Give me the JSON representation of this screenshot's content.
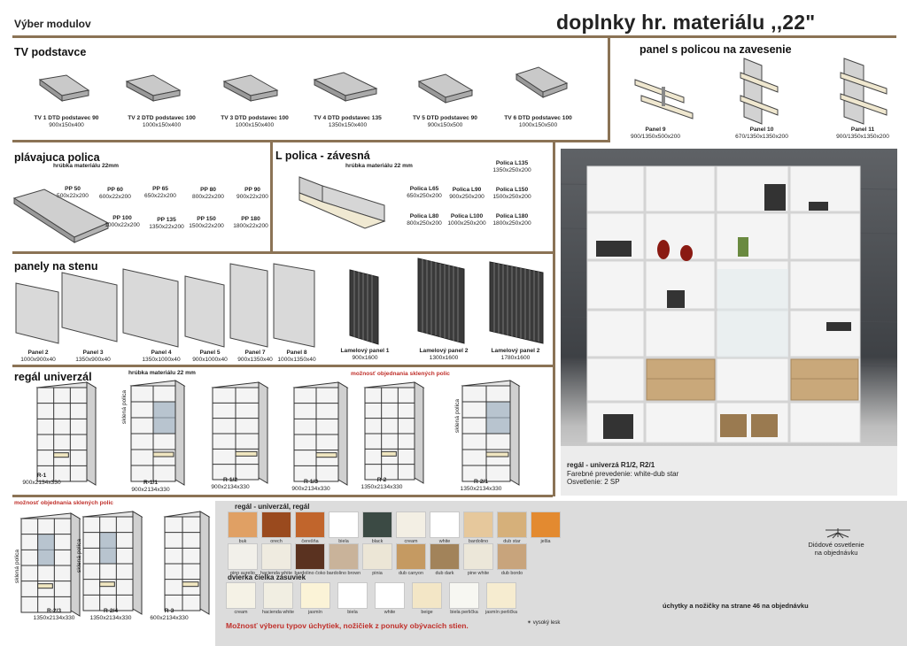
{
  "header": {
    "left": "Výber modulov",
    "title": "doplnky hr. materiálu ,,22\""
  },
  "tv": {
    "title": "TV podstavce",
    "items": [
      {
        "name": "TV 1 DTD podstavec 90",
        "dim": "900x150x400"
      },
      {
        "name": "TV 2 DTD podstavec 100",
        "dim": "1000x150x400"
      },
      {
        "name": "TV 3 DTD podstavec 100",
        "dim": "1000x150x400"
      },
      {
        "name": "TV 4 DTD podstavec 135",
        "dim": "1350x150x400"
      },
      {
        "name": "TV 5 DTD podstavec 90",
        "dim": "900x150x500"
      },
      {
        "name": "TV 6 DTD podstavec 100",
        "dim": "1000x150x500"
      }
    ]
  },
  "panel_police": {
    "title": "panel s policou na zavesenie",
    "items": [
      {
        "name": "Panel 9",
        "dim": "900/1350x500x200"
      },
      {
        "name": "Panel  10",
        "dim": "670/1350x1350x200"
      },
      {
        "name": "Panel  11",
        "dim": "900/1350x1350x200"
      }
    ]
  },
  "plavajuca": {
    "title": "plávajuca polica",
    "note": "hrúbka materiálu 22mm",
    "items": [
      {
        "name": "PP 50",
        "dim": "500x22x200"
      },
      {
        "name": "PP 60",
        "dim": "600x22x200"
      },
      {
        "name": "PP 65",
        "dim": "650x22x200"
      },
      {
        "name": "PP 80",
        "dim": "800x22x200"
      },
      {
        "name": "PP 90",
        "dim": "900x22x200"
      },
      {
        "name": "PP 100",
        "dim": "1000x22x200"
      },
      {
        "name": "PP 135",
        "dim": "1350x22x200"
      },
      {
        "name": "PP 150",
        "dim": "1500x22x200"
      },
      {
        "name": "PP 180",
        "dim": "1800x22x200"
      }
    ]
  },
  "lpolica": {
    "title": "L polica - závesná",
    "note": "hrúbka materiálu 22 mm",
    "items": [
      {
        "name": "Polica L135",
        "dim": "1350x250x200"
      },
      {
        "name": "Polica L65",
        "dim": "650x250x200"
      },
      {
        "name": "Polica L90",
        "dim": "900x250x200"
      },
      {
        "name": "Polica L150",
        "dim": "1500x250x200"
      },
      {
        "name": "Polica L80",
        "dim": "800x250x200"
      },
      {
        "name": "Polica L100",
        "dim": "1000x250x200"
      },
      {
        "name": "Polica L180",
        "dim": "1800x250x200"
      }
    ]
  },
  "panely": {
    "title": "panely na stenu",
    "items": [
      {
        "name": "Panel 2",
        "dim": "1000x900x40"
      },
      {
        "name": "Panel 3",
        "dim": "1350x900x40"
      },
      {
        "name": "Panel 4",
        "dim": "1350x1000x40"
      },
      {
        "name": "Panel 5",
        "dim": "900x1000x40"
      },
      {
        "name": "Panel 7",
        "dim": "900x1350x40"
      },
      {
        "name": "Panel 8",
        "dim": "1000x1350x40"
      },
      {
        "name": "Lamelový panel 1",
        "dim": "900x1600"
      },
      {
        "name": "Lamelový panel 2",
        "dim": "1300x1600"
      },
      {
        "name": "Lamelový panel 2",
        "dim": "1780x1600"
      }
    ]
  },
  "regal": {
    "title": "regál univerzál",
    "note": "hrúbka materiálu 22 mm",
    "glass_note": "možnosť objednania sklených polic",
    "glass_label": "sklená polica",
    "items": [
      {
        "name": "R-1",
        "dim": "900x2134x330"
      },
      {
        "name": "R-1/1",
        "dim": "900x2134x330"
      },
      {
        "name": "R-1/2",
        "dim": "900x2134x330"
      },
      {
        "name": "R-1/3",
        "dim": "900x2134x330"
      },
      {
        "name": "R-2",
        "dim": "1350x2134x330"
      },
      {
        "name": "R-2/1",
        "dim": "1350x2134x330"
      }
    ]
  },
  "regal2": {
    "glass_note": "možnosť objednania sklených polic",
    "items": [
      {
        "name": "R-2/3",
        "dim": "1350x2134x330"
      },
      {
        "name": "R-2/4",
        "dim": "1350x2134x330"
      },
      {
        "name": "R-3",
        "dim": "600x2134x330"
      }
    ]
  },
  "photo_caption": {
    "line1": "regál - univerzá R1/2, R2/1",
    "line2": "Farebné prevedenie: white-dub star",
    "line3": "Osvetlenie: 2 SP"
  },
  "swatches": {
    "title1": "regál - univerzál, regál",
    "title2": "dvierka čielka zásuviek",
    "row1": [
      {
        "n": "buk",
        "c": "#e0a064"
      },
      {
        "n": "orech",
        "c": "#9a4a1e"
      },
      {
        "n": "čerešňa",
        "c": "#c1652c"
      },
      {
        "n": "biela",
        "c": "#ffffff"
      },
      {
        "n": "black",
        "c": "#3b4a44"
      },
      {
        "n": "cream",
        "c": "#f3efe4"
      },
      {
        "n": "white",
        "c": "#ffffff"
      },
      {
        "n": "bardolino",
        "c": "#e6c89c"
      },
      {
        "n": "dub star",
        "c": "#d6b07a"
      },
      {
        "n": "jelša",
        "c": "#e38a30"
      }
    ],
    "row2": [
      {
        "n": "pino aurelio",
        "c": "#f2f0ea"
      },
      {
        "n": "hacienda white",
        "c": "#efebe0"
      },
      {
        "n": "bardolino čoko",
        "c": "#5a3220"
      },
      {
        "n": "bardolino brown",
        "c": "#c9b39a"
      },
      {
        "n": "pinia",
        "c": "#ece6d6"
      },
      {
        "n": "dub canyon",
        "c": "#c59a62"
      },
      {
        "n": "dub dark",
        "c": "#a2835a"
      },
      {
        "n": "pine white",
        "c": "#ece7d9"
      },
      {
        "n": "dub bordo",
        "c": "#c8a47c"
      }
    ],
    "row3": [
      {
        "n": "cream",
        "c": "#f5f2e6"
      },
      {
        "n": "hacienda white",
        "c": "#f1eee2"
      },
      {
        "n": "jasmín",
        "c": "#fbf3d7"
      },
      {
        "n": "biela",
        "c": "#ffffff"
      },
      {
        "n": "white",
        "c": "#ffffff"
      },
      {
        "n": "beige",
        "c": "#f3e6c6"
      },
      {
        "n": "biela perlička",
        "c": "#f7f7f2"
      },
      {
        "n": "jasmín perlička",
        "c": "#f6ecd0"
      }
    ],
    "footer": "Možnosť výberu typov úchytiek, nožičiek z ponuky obývacích stien.",
    "high_gloss": "vysoký lesk"
  },
  "right_notes": {
    "led": "Diódové osvetlenie",
    "led2": "na objednávku",
    "handles": "úchytky a nožičky na strane 46 na objednávku"
  },
  "colors": {
    "rule": "#8b7355",
    "red": "#c0302b",
    "panel": "#dcdcdc"
  }
}
